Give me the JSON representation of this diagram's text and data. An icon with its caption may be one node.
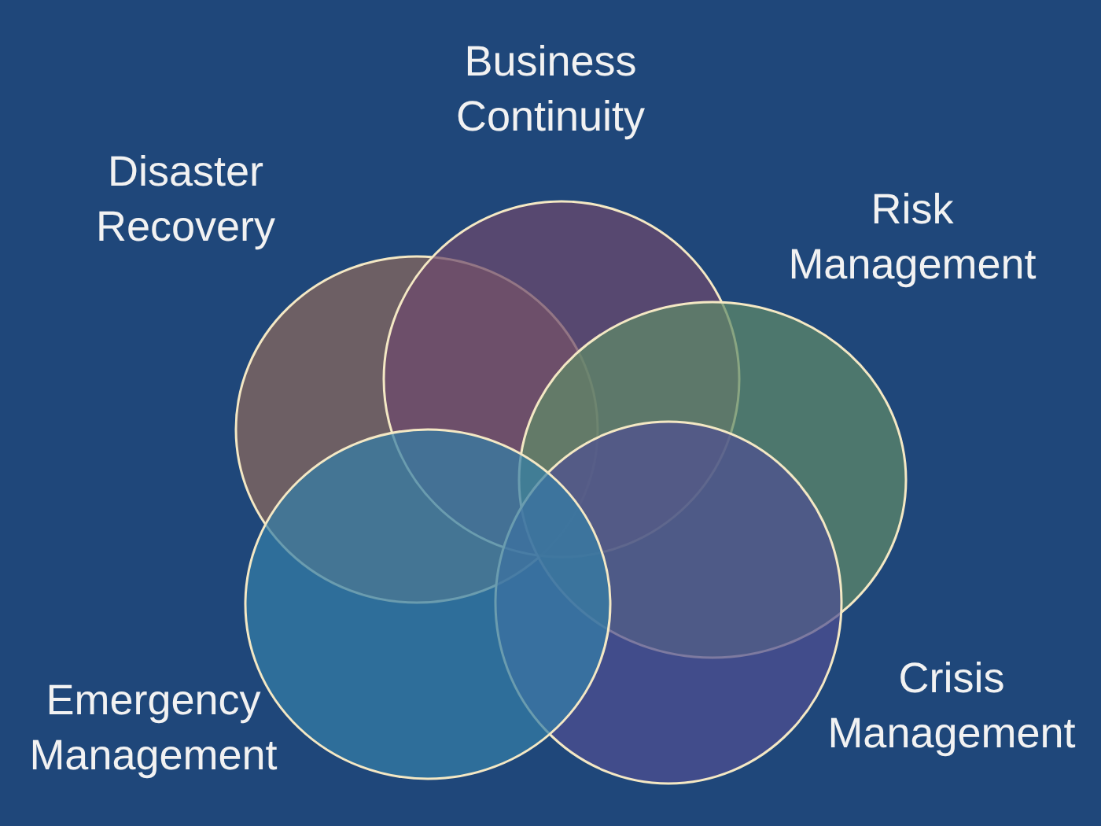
{
  "diagram": {
    "nodes": [
      {
        "text": [
          "Disaster Recovery"
        ]
      },
      {
        "text": [
          "Business Continuity"
        ]
      },
      {
        "text": [
          "Risk Management"
        ]
      },
      {
        "text": [
          "Crisis Management"
        ]
      },
      {
        "text": [
          "Emergency Management"
        ]
      }
    ]
  }
}
